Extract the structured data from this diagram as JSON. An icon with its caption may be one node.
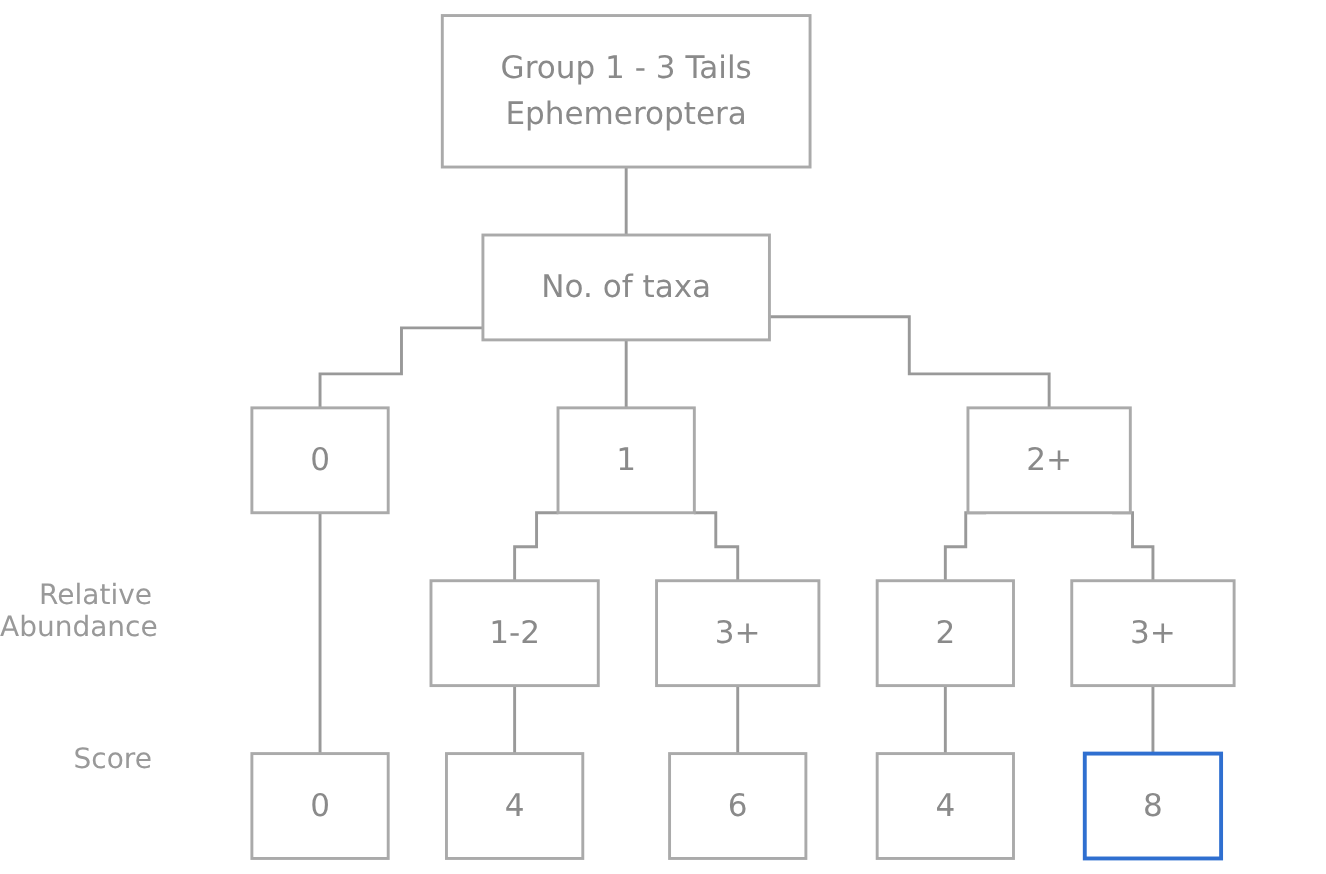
{
  "diagram": {
    "nodes": [
      {
        "text": [
          "Group 1 - 3 Tails",
          "Ephemeroptera"
        ]
      },
      {
        "text": [
          "No. of taxa"
        ]
      },
      {
        "text": [
          "0"
        ]
      },
      {
        "text": [
          "1"
        ]
      },
      {
        "text": [
          "2+"
        ]
      },
      {
        "text": [
          "1-2"
        ]
      },
      {
        "text": [
          "3+"
        ]
      },
      {
        "text": [
          "2"
        ]
      },
      {
        "text": [
          "3+"
        ]
      },
      {
        "text": [
          "0"
        ]
      },
      {
        "text": [
          "4"
        ]
      },
      {
        "text": [
          "6"
        ]
      },
      {
        "text": [
          "4"
        ]
      },
      {
        "text": [
          "8"
        ]
      }
    ],
    "edges": [
      {
        "from": 0,
        "to": 1,
        "arrow": "none"
      },
      {
        "from": 1,
        "to": 2,
        "arrow": "none"
      },
      {
        "from": 1,
        "to": 3,
        "arrow": "none"
      },
      {
        "from": 1,
        "to": 4,
        "arrow": "none"
      },
      {
        "from": 2,
        "to": 9,
        "arrow": "none"
      },
      {
        "from": 3,
        "to": 5,
        "arrow": "none"
      },
      {
        "from": 3,
        "to": 6,
        "arrow": "none"
      },
      {
        "from": 4,
        "to": 7,
        "arrow": "none"
      },
      {
        "from": 4,
        "to": 8,
        "arrow": "none"
      },
      {
        "from": 5,
        "to": 10,
        "arrow": "none"
      },
      {
        "from": 6,
        "to": 11,
        "arrow": "none"
      },
      {
        "from": 7,
        "to": 12,
        "arrow": "none"
      },
      {
        "from": 8,
        "to": 13,
        "arrow": "none"
      }
    ],
    "labels": [
      "Relative Abundance",
      "Score"
    ]
  }
}
